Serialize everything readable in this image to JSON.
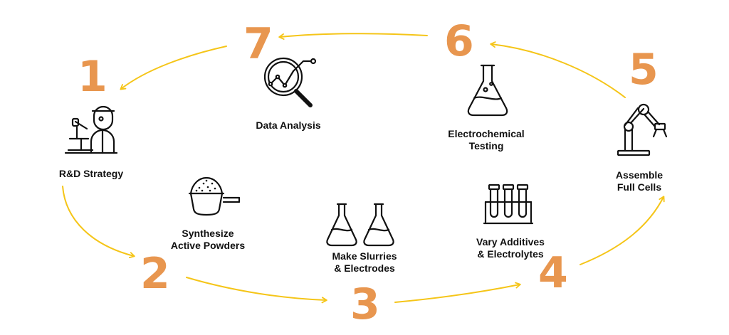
{
  "accent_color": "#e8964f",
  "arrow_color": "#f5c518",
  "icon_color": "#111111",
  "steps": [
    {
      "number": "1",
      "label": "R&D Strategy",
      "icon": "scientist-microscope-icon"
    },
    {
      "number": "2",
      "label": "Synthesize\nActive Powders",
      "icon": "powder-scoop-icon"
    },
    {
      "number": "3",
      "label": "Make Slurries\n& Electrodes",
      "icon": "flasks-icon"
    },
    {
      "number": "4",
      "label": "Vary Additives\n& Electrolytes",
      "icon": "test-tube-rack-icon"
    },
    {
      "number": "5",
      "label": "Assemble\nFull Cells",
      "icon": "robotic-arm-icon"
    },
    {
      "number": "6",
      "label": "Electrochemical\nTesting",
      "icon": "erlenmeyer-flask-icon"
    },
    {
      "number": "7",
      "label": "Data Analysis",
      "icon": "magnifier-chart-icon"
    }
  ]
}
